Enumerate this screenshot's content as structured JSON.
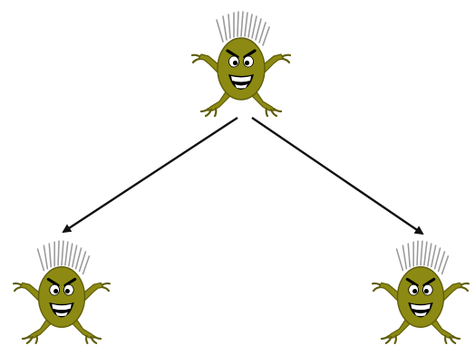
{
  "diagram": {
    "type": "tree",
    "nodes": [
      {
        "id": "parent",
        "icon": "green-germ-monster-icon"
      },
      {
        "id": "child-left",
        "icon": "green-germ-monster-icon"
      },
      {
        "id": "child-right",
        "icon": "green-germ-monster-icon"
      }
    ],
    "edges": [
      {
        "from": "parent",
        "to": "child-left"
      },
      {
        "from": "parent",
        "to": "child-right"
      }
    ],
    "colors": {
      "body": "#8c8a12",
      "outline": "#5f5d0a",
      "hair": "#9a9a9a",
      "arrow": "#111111",
      "eye": "#ffffff",
      "pupil": "#000000"
    }
  }
}
